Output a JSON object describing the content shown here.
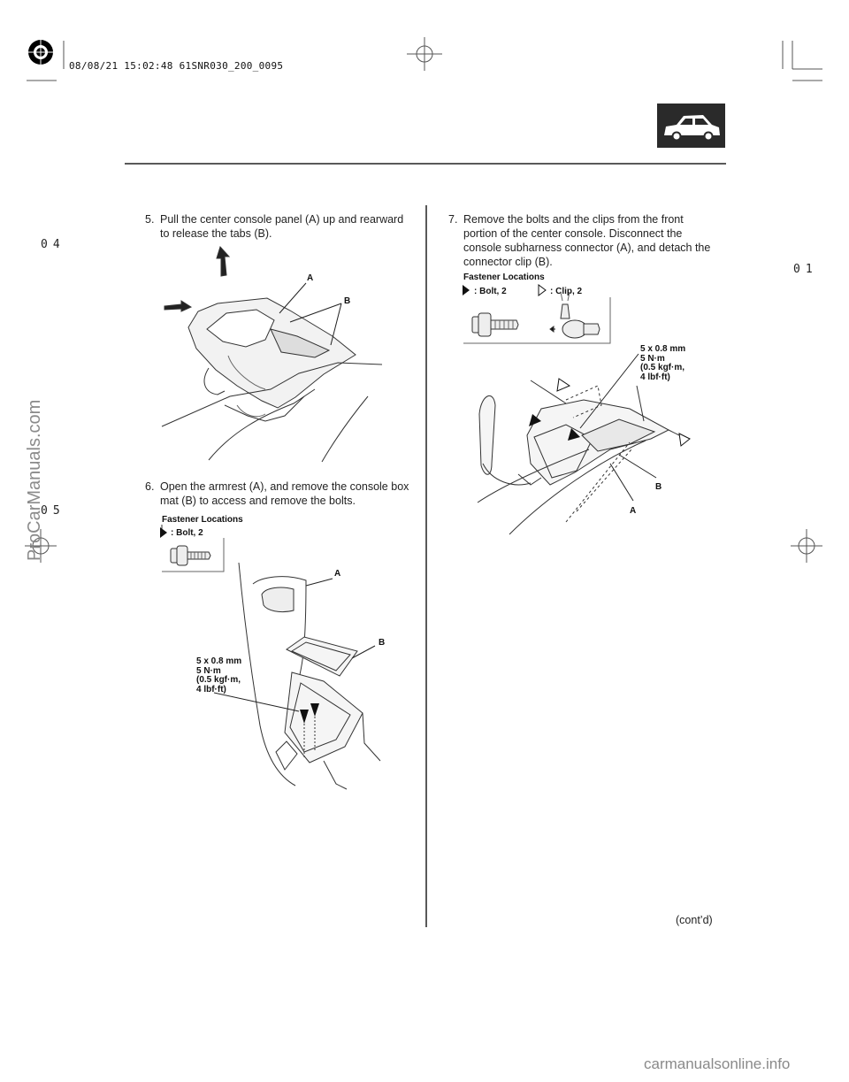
{
  "header": {
    "timestamp": "08/08/21 15:02:48 61SNR030_200_0095",
    "section_icon": "car-body-icon"
  },
  "margin_numbers": {
    "left_top": "04",
    "left_bottom": "05",
    "right_top": "01"
  },
  "step5": {
    "number": "5.",
    "text_line1": "Pull the center console panel (A) up and rearward",
    "text_line2": "to release the tabs (B).",
    "callouts": {
      "a": "A",
      "b": "B"
    }
  },
  "step6": {
    "number": "6.",
    "text_line1": "Open the armrest (A), and remove the console box",
    "text_line2": "mat (B) to access and remove the bolts.",
    "fastener_title": "Fastener Locations",
    "bolt_legend": ": Bolt, 2",
    "torque": [
      "5 x 0.8 mm",
      "5 N·m",
      "(0.5 kgf·m,",
      "4 lbf·ft)"
    ],
    "callouts": {
      "a": "A",
      "b": "B"
    }
  },
  "step7": {
    "number": "7.",
    "text_lines": [
      "Remove the bolts and the clips from the front",
      "portion of the center console. Disconnect the",
      "console subharness connector (A), and detach the",
      "connector clip (B)."
    ],
    "fastener_title": "Fastener Locations",
    "bolt_legend": ": Bolt, 2",
    "clip_legend": ": Clip, 2",
    "torque": [
      "5 x 0.8 mm",
      "5 N·m",
      "(0.5 kgf·m,",
      "4 lbf·ft)"
    ],
    "callouts": {
      "b": "B",
      "a": "A"
    }
  },
  "contd": "(cont’d)",
  "watermark_side": "ProCarManuals.com",
  "watermark_footer": "carmanualsonline.info"
}
